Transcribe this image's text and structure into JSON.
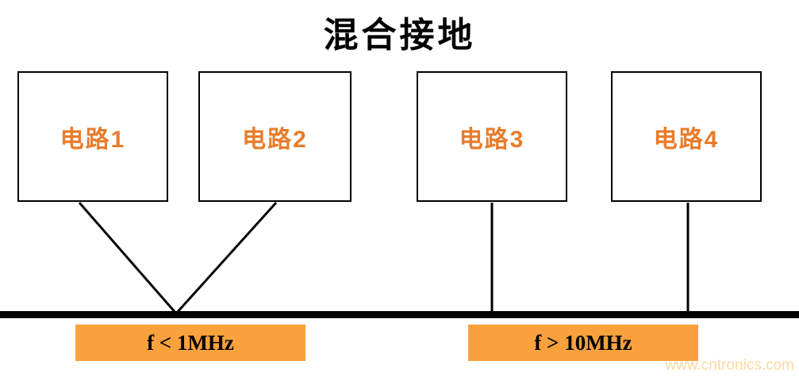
{
  "title": "混合接地",
  "boxes": [
    {
      "label": "电路1"
    },
    {
      "label": "电路2"
    },
    {
      "label": "电路3"
    },
    {
      "label": "电路4"
    }
  ],
  "freq_labels": {
    "low": "f < 1MHz",
    "high": "f > 10MHz"
  },
  "watermark": "www.cntronics.com",
  "colors": {
    "box_text": "#E87C2B",
    "freq_label_bg": "#F9A13C",
    "line": "#000000",
    "watermark": "#FBD9A4"
  },
  "grounding": {
    "left_pair_type": "single-point (V converging to one ground point)",
    "right_pair_type": "multi-point (direct vertical drops to ground bus)"
  }
}
